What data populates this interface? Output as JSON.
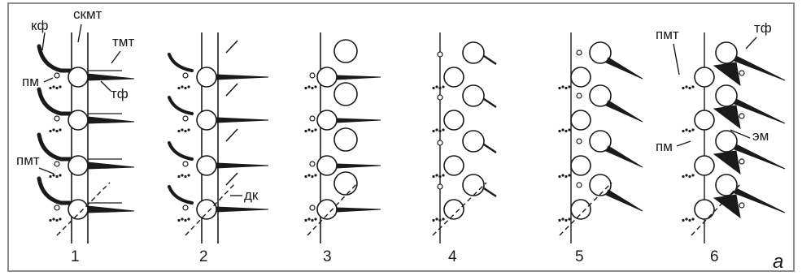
{
  "labels": {
    "kf": "кф",
    "skmt": "скмт",
    "tmt": "тмт",
    "pm": "пм",
    "tf": "тф",
    "pmt": "пмт",
    "dk": "дк",
    "em": "эм"
  },
  "stages": [
    "1",
    "2",
    "3",
    "4",
    "5",
    "6"
  ],
  "corner_letter": "а",
  "colors": {
    "ink": "#1a1a1a",
    "background": "#ffffff",
    "frame": "#8c8c8c"
  }
}
